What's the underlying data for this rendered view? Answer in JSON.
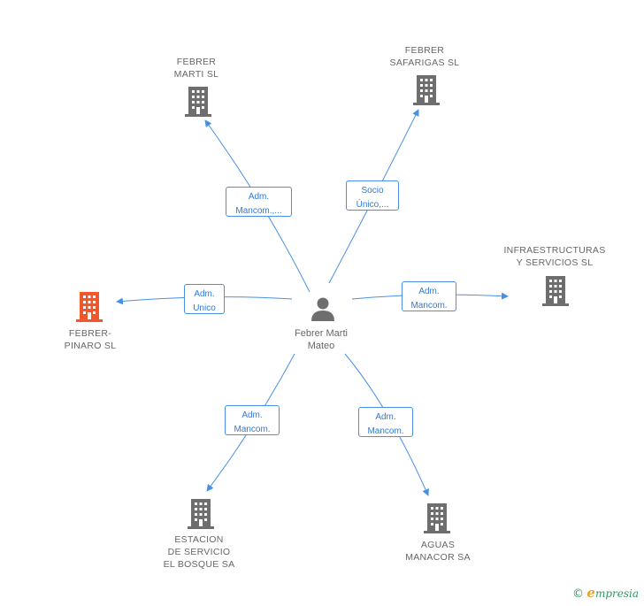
{
  "center": {
    "name": "Febrer Marti\nMateo"
  },
  "companies": [
    {
      "id": "marti",
      "name": "FEBRER\nMARTI SL",
      "color": "#6e6e6e"
    },
    {
      "id": "safarigas",
      "name": "FEBRER\nSAFARIGAS SL",
      "color": "#6e6e6e"
    },
    {
      "id": "infra",
      "name": "INFRAESTRUCTURAS\nY SERVICIOS SL",
      "color": "#6e6e6e"
    },
    {
      "id": "pinaro",
      "name": "FEBRER-\nPINARO SL",
      "color": "#f0582c"
    },
    {
      "id": "estacion",
      "name": "ESTACION\nDE SERVICIO\nEL BOSQUE SA",
      "color": "#6e6e6e"
    },
    {
      "id": "aguas",
      "name": "AGUAS\nMANACOR SA",
      "color": "#6e6e6e"
    }
  ],
  "relations": [
    {
      "to": "marti",
      "label": "Adm.\nMancom.,..."
    },
    {
      "to": "safarigas",
      "label": "Socio\nÚnico,..."
    },
    {
      "to": "infra",
      "label": "Adm.\nMancom."
    },
    {
      "to": "pinaro",
      "label": "Adm.\nUnico"
    },
    {
      "to": "estacion",
      "label": "Adm.\nMancom."
    },
    {
      "to": "aguas",
      "label": "Adm.\nMancom."
    }
  ],
  "branding": {
    "copyright": "©",
    "e": "e",
    "rest": "mpresia"
  },
  "colors": {
    "edge": "#4a90e2",
    "person": "#6e6e6e"
  }
}
